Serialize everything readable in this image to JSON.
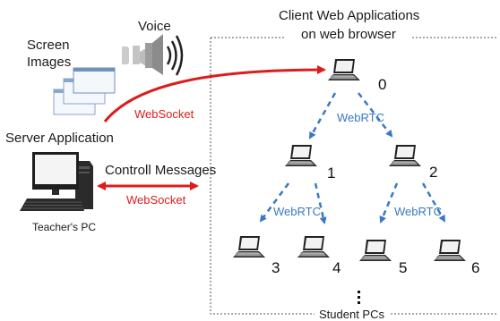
{
  "labels": {
    "client_title_line1": "Client Web Applications",
    "client_title_line2": "on web browser",
    "voice": "Voice",
    "screen_images_line1": "Screen",
    "screen_images_line2": "Images",
    "websocket_top": "WebSocket",
    "server_application": "Server Application",
    "controll_messages": "Controll Messages",
    "websocket_bottom": "WebSocket",
    "teachers_pc": "Teacher's PC",
    "student_pcs": "Student PCs",
    "ellipsis": "⋮"
  },
  "nodes": [
    {
      "id": "0"
    },
    {
      "id": "1"
    },
    {
      "id": "2"
    },
    {
      "id": "3"
    },
    {
      "id": "4"
    },
    {
      "id": "5"
    },
    {
      "id": "6"
    }
  ],
  "edges": [
    {
      "from": "0",
      "to": "1",
      "label": "WebRTC"
    },
    {
      "from": "0",
      "to": "2",
      "label": ""
    },
    {
      "from": "1",
      "to": "3",
      "label": "WebRTC"
    },
    {
      "from": "1",
      "to": "4",
      "label": ""
    },
    {
      "from": "2",
      "to": "5",
      "label": "WebRTC"
    },
    {
      "from": "2",
      "to": "6",
      "label": ""
    }
  ],
  "colors": {
    "websocket": "#dd1c1c",
    "webrtc": "#3a78c2",
    "text": "#1a1a1a",
    "boundary": "#555555"
  },
  "icons": [
    "laptop-icon",
    "desktop-pc-icon",
    "speaker-icon",
    "screen-images-icon"
  ]
}
